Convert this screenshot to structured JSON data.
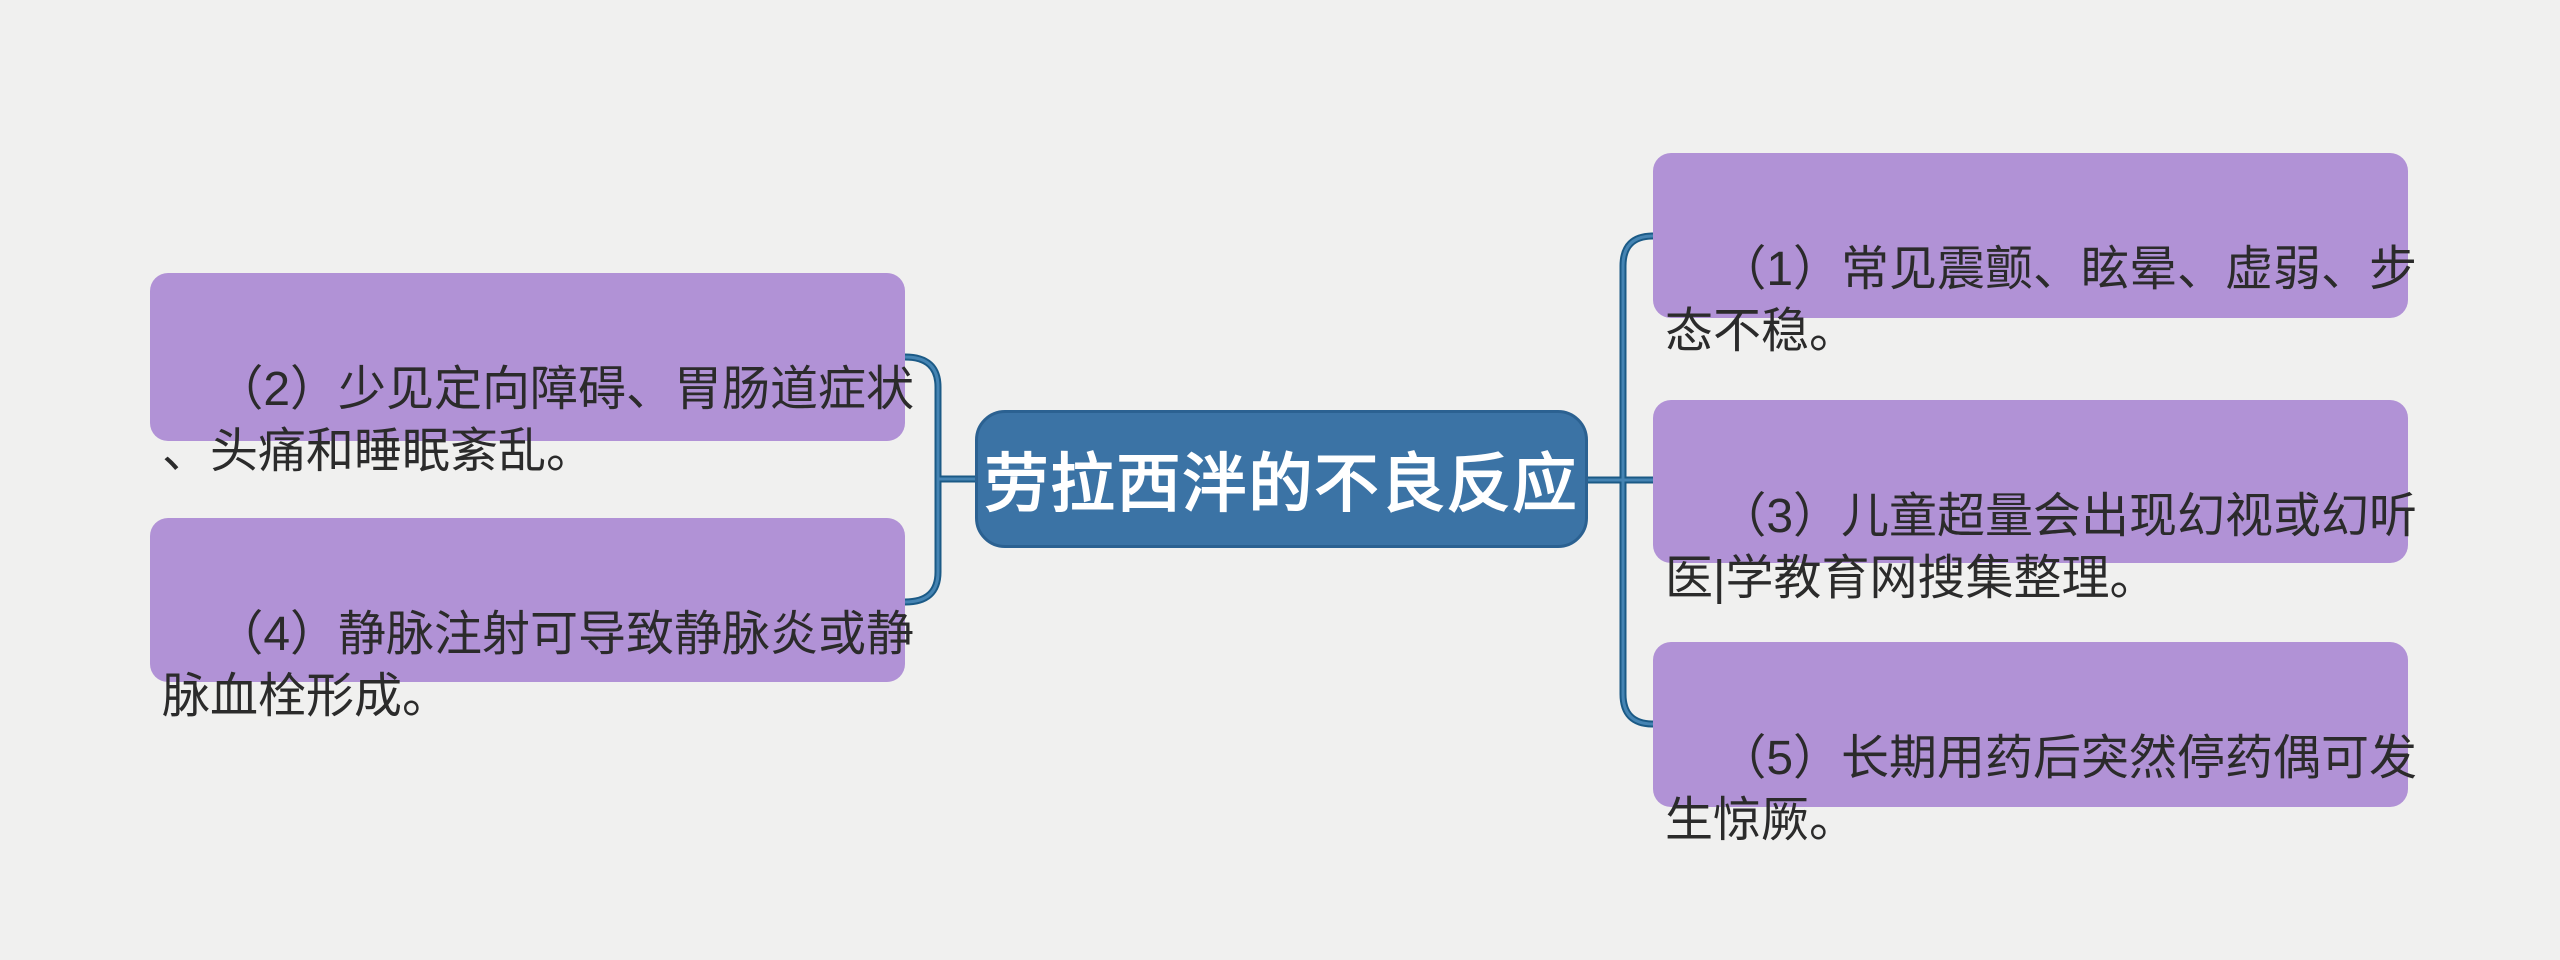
{
  "page": {
    "background_color": "#f0f0ef"
  },
  "mindmap": {
    "root": {
      "label": "劳拉西泮的不良反应",
      "fill_color": "#3b73a5",
      "border_color": "#2b6191",
      "text_color": "#ffffff"
    },
    "branch_style": {
      "fill_color": "#b192d6",
      "text_color": "#2b2b2b"
    },
    "connector": {
      "outer_color": "#1b5a86",
      "inner_color": "#4584b3"
    },
    "left_branches": [
      {
        "number": "2",
        "text": "（2）少见定向障碍、胃肠道症状\n、头痛和睡眠紊乱。"
      },
      {
        "number": "4",
        "text": "（4）静脉注射可导致静脉炎或静\n脉血栓形成。"
      }
    ],
    "right_branches": [
      {
        "number": "1",
        "text": "（1）常见震颤、眩晕、虚弱、步\n态不稳。"
      },
      {
        "number": "3",
        "text": "（3）儿童超量会出现幻视或幻听\n医|学教育网搜集整理。"
      },
      {
        "number": "5",
        "text": "（5）长期用药后突然停药偶可发\n生惊厥。"
      }
    ]
  }
}
